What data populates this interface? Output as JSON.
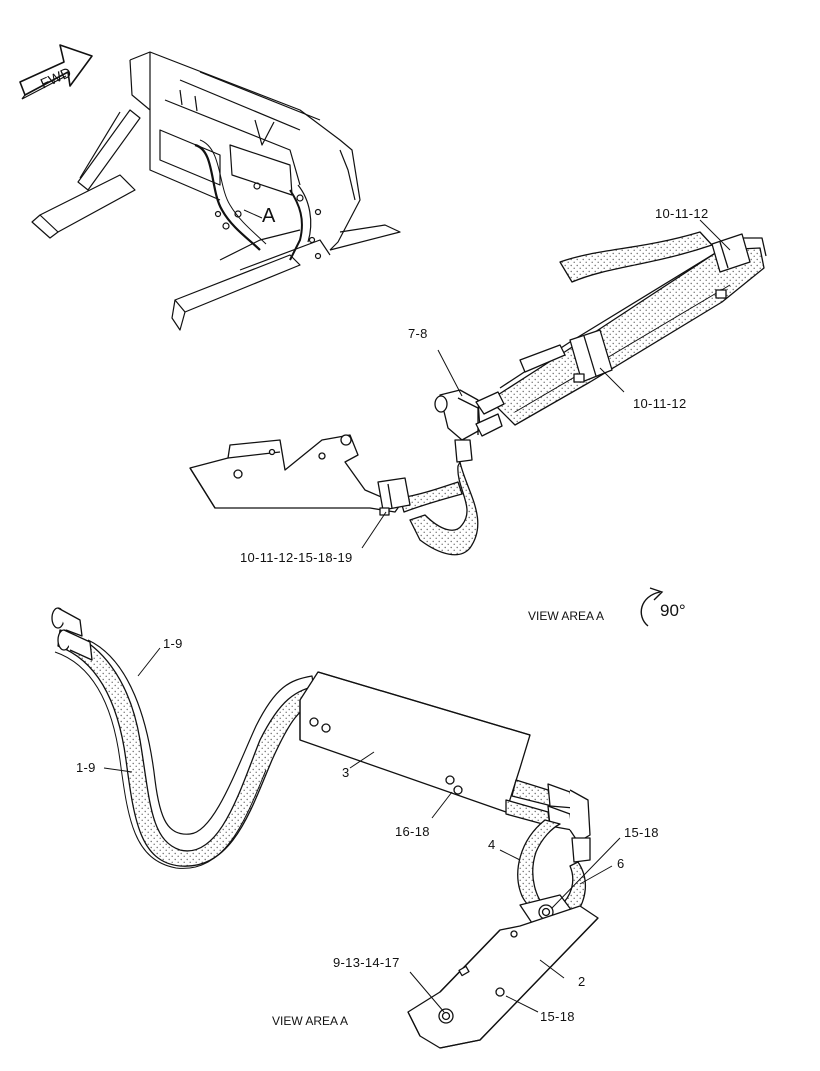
{
  "orientation": {
    "fwd_label": "FWD",
    "area_letter": "A",
    "rotation_label": "90°"
  },
  "upper_view": {
    "caption": "VIEW AREA  A",
    "callouts": {
      "top_right": "10-11-12",
      "mid_right": "10-11-12",
      "elbow": "7-8",
      "bottom": "10-11-12-15-18-19"
    }
  },
  "lower_view": {
    "caption": "VIEW AREA  A",
    "callouts": {
      "hose_upper": "1-9",
      "hose_left": "1-9",
      "guard": "3",
      "bolt": "16-18",
      "hose_small": "4",
      "fitting_right": "15-18",
      "hose_right": "6",
      "bracket_label": "9-13-14-17",
      "plate": "2",
      "plate_bolt": "15-18"
    }
  },
  "colors": {
    "line": "#111111",
    "hose_fill": "#ffffff",
    "stipple": "#6a6a6a"
  }
}
